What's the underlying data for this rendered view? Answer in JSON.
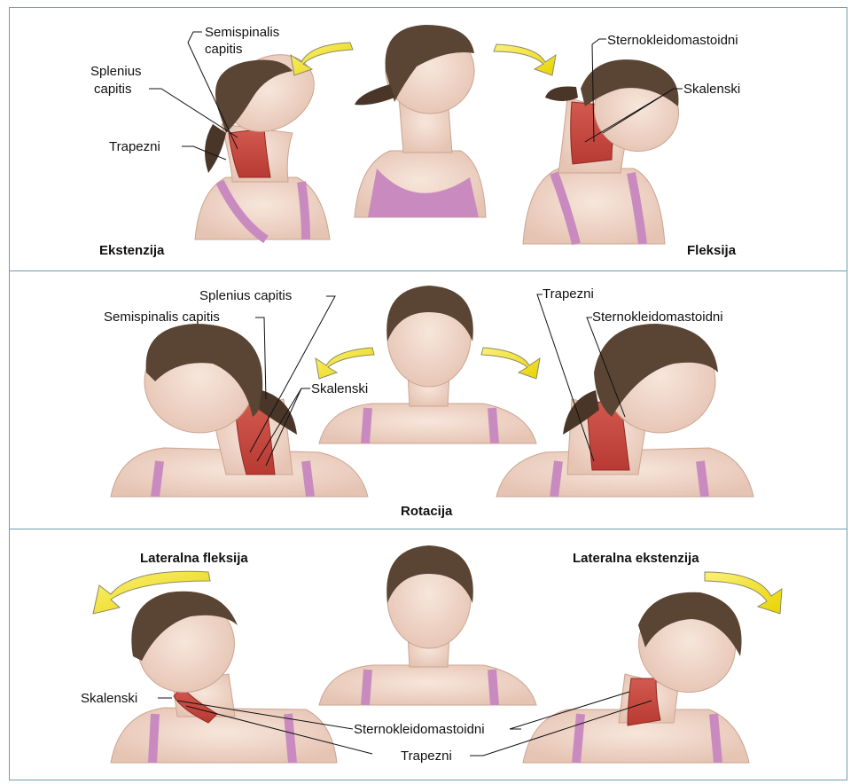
{
  "panels": {
    "top": {
      "title_left": "Ekstenzija",
      "title_right": "Fleksija",
      "labels": {
        "semispinalis_l1": "Semispinalis",
        "semispinalis_l2": "capitis",
        "splenius_l1": "Splenius",
        "splenius_l2": "capitis",
        "trapezni": "Trapezni",
        "sternokleidomastoidni": "Sternokleidomastoidni",
        "skalenski": "Skalenski"
      }
    },
    "middle": {
      "title": "Rotacija",
      "labels": {
        "splenius_capitis": "Splenius capitis",
        "semispinalis_capitis": "Semispinalis capitis",
        "skalenski": "Skalenski",
        "trapezni": "Trapezni",
        "sternokleidomastoidni": "Sternokleidomastoidni"
      }
    },
    "bottom": {
      "title_left": "Lateralna fleksija",
      "title_right": "Lateralna ekstenzija",
      "labels": {
        "skalenski": "Skalenski",
        "sternokleidomastoidni": "Sternokleidomastoidni",
        "trapezni": "Trapezni"
      }
    }
  },
  "colors": {
    "frame": "#6f9cae",
    "skin": "#f2dcd0",
    "skin_shadow": "#e2bfae",
    "hair": "#5a4433",
    "muscle": "#c9463d",
    "shirt": "#c98bbf",
    "arrow": "#f1e21a",
    "arrow_outline": "#8a8a6a"
  }
}
